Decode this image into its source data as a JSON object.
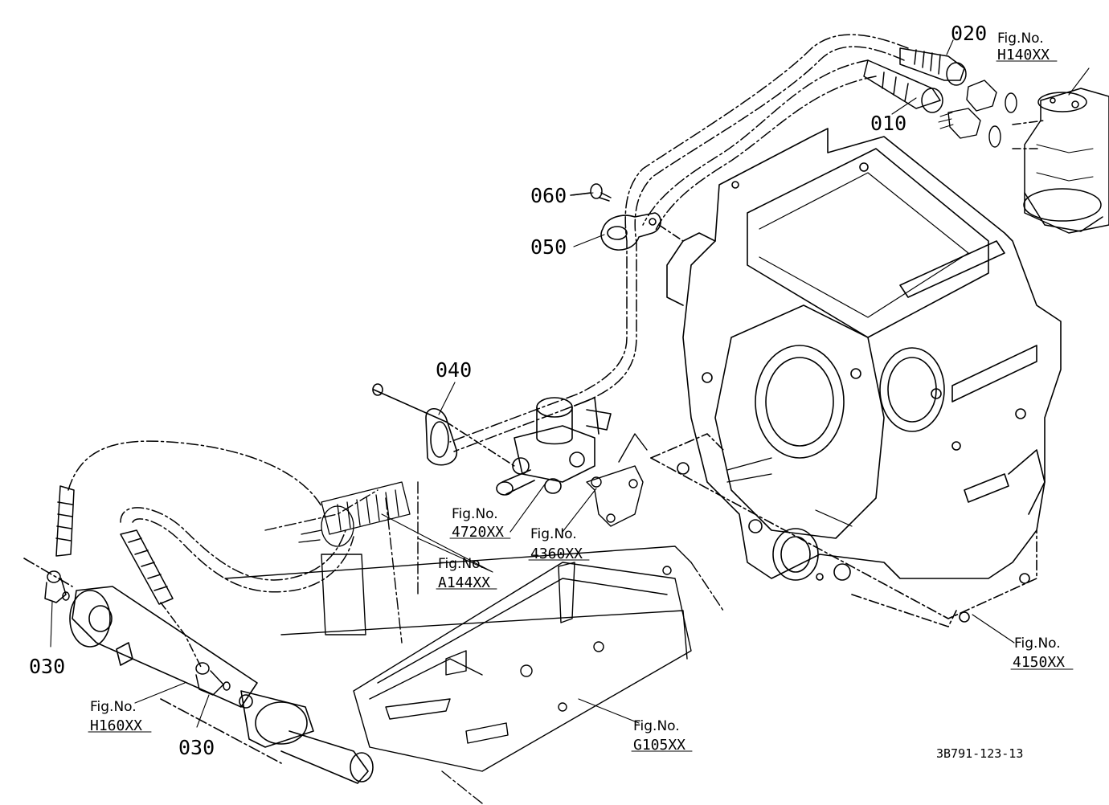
{
  "parts": {
    "p010": "010",
    "p020": "020",
    "p030a": "030",
    "p030b": "030",
    "p040": "040",
    "p050": "050",
    "p060": "060"
  },
  "figure_refs": {
    "caption": "Fig.No.",
    "h140": "H140XX",
    "r4720": "4720XX",
    "r4360": "4360XX",
    "a144": "A144XX",
    "h160": "H160XX",
    "g105": "G105XX",
    "r4150": "4150XX"
  },
  "drawing_code": "3B791-123-13"
}
